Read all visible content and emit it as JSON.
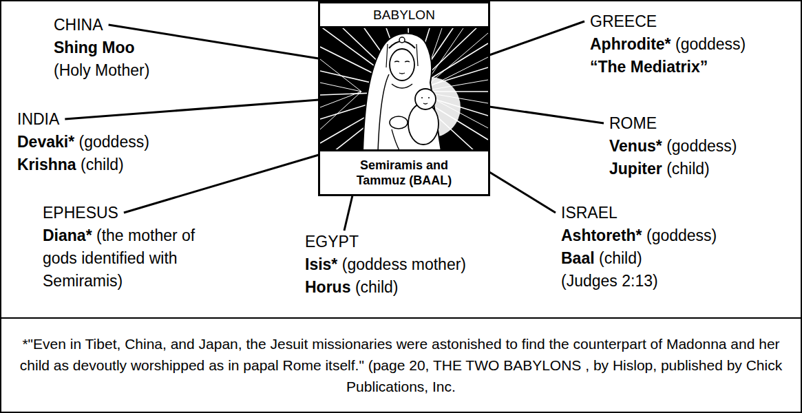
{
  "diagram": {
    "nodes": [
      {
        "text": [
          "CHINA",
          "Shing Moo",
          "(Holy Mother)"
        ]
      },
      {
        "text": [
          "BABYLON",
          "Semiramis and Tammuz (BAAL)"
        ]
      },
      {
        "text": [
          "GREECE",
          "Aphrodite*",
          "(goddess)",
          "“The Mediatrix”"
        ]
      },
      {
        "text": [
          "INDIA",
          "Devaki*",
          "(goddess)",
          "Krishna",
          "(child)"
        ]
      },
      {
        "text": [
          "ROME",
          "Venus*",
          "(goddess)",
          "Jupiter",
          "(child)"
        ]
      },
      {
        "text": [
          "EPHESUS",
          "Diana*",
          "(the mother of gods identified with Semiramis)"
        ]
      },
      {
        "text": [
          "EGYPT",
          "Isis*",
          "(goddess mother)",
          "Horus",
          "(child)"
        ]
      },
      {
        "text": [
          "ISRAEL",
          "Ashtoreth*",
          "(goddess)",
          "Baal",
          "(child)",
          "(Judges 2:13)"
        ]
      }
    ],
    "edges": [
      {
        "from": 1,
        "to": 0,
        "arrow": "none"
      },
      {
        "from": 1,
        "to": 2,
        "arrow": "none"
      },
      {
        "from": 1,
        "to": 3,
        "arrow": "none"
      },
      {
        "from": 1,
        "to": 4,
        "arrow": "none"
      },
      {
        "from": 1,
        "to": 5,
        "arrow": "none"
      },
      {
        "from": 1,
        "to": 6,
        "arrow": "none"
      },
      {
        "from": 1,
        "to": 7,
        "arrow": "none"
      }
    ],
    "caption": "*\"Even in Tibet, China, and Japan, the Jesuit missionaries were astonished to find the counterpart of Madonna and her child as devoutly worshipped as in papal Rome itself.\" (page 20, THE TWO BABYLONS , by Hislop, published by Chick Publications, Inc."
  }
}
